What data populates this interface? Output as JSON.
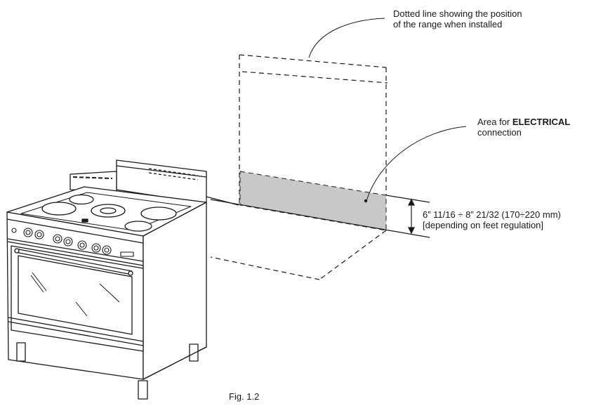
{
  "annotations": {
    "dotted_line_line1": "Dotted line showing the position",
    "dotted_line_line2": "of the range when installed",
    "area_prefix": "Area for ",
    "area_bold": "ELECTRICAL",
    "area_line2": "connection",
    "dimension_line1": "6” 11/16 ÷ 8” 21/32 (170÷220 mm)",
    "dimension_line2": "[depending on feet regulation]"
  },
  "figure_caption": "Fig. 1.2",
  "colors": {
    "line": "#1a1a1a",
    "electrical_area_fill": "#c8c8c8",
    "background": "#ffffff"
  }
}
